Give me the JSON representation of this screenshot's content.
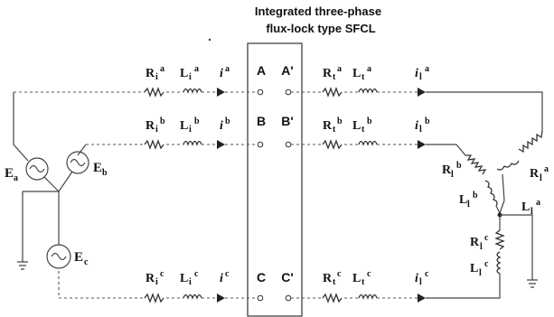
{
  "title_line1": "Integrated three-phase",
  "title_line2": "flux-lock type SFCL",
  "ports": {
    "a_in": "A",
    "a_out": "A'",
    "b_in": "B",
    "b_out": "B'",
    "c_in": "C",
    "c_out": "C'"
  },
  "sources": {
    "ea": "E",
    "ea_sub": "a",
    "eb": "E",
    "eb_sub": "b",
    "ec": "E",
    "ec_sub": "c"
  },
  "line_a": {
    "ri": "R",
    "ri_sub": "i",
    "ri_sup": "a",
    "li": "L",
    "li_sub": "i",
    "li_sup": "a",
    "i": "i",
    "i_sup": "a",
    "rt": "R",
    "rt_sub": "t",
    "rt_sup": "a",
    "lt": "L",
    "lt_sub": "t",
    "lt_sup": "a",
    "il": "i",
    "il_sub": "l",
    "il_sup": "a"
  },
  "line_b": {
    "ri": "R",
    "ri_sub": "i",
    "ri_sup": "b",
    "li": "L",
    "li_sub": "i",
    "li_sup": "b",
    "i": "i",
    "i_sup": "b",
    "rt": "R",
    "rt_sub": "t",
    "rt_sup": "b",
    "lt": "L",
    "lt_sub": "t",
    "lt_sup": "b",
    "il": "i",
    "il_sub": "l",
    "il_sup": "b"
  },
  "line_c": {
    "ri": "R",
    "ri_sub": "i",
    "ri_sup": "c",
    "li": "L",
    "li_sub": "i",
    "li_sup": "c",
    "i": "i",
    "i_sup": "c",
    "rt": "R",
    "rt_sub": "t",
    "rt_sup": "c",
    "lt": "L",
    "lt_sub": "t",
    "lt_sup": "c",
    "il": "i",
    "il_sub": "l",
    "il_sup": "c"
  },
  "load": {
    "rb": "R",
    "rb_sub": "l",
    "rb_sup": "b",
    "lb": "L",
    "lb_sub": "l",
    "lb_sup": "b",
    "ra": "R",
    "ra_sub": "l",
    "ra_sup": "a",
    "la": "L",
    "la_sub": "l",
    "la_sup": "a",
    "rc": "R",
    "rc_sub": "l",
    "rc_sup": "c",
    "lc": "L",
    "lc_sub": "l",
    "lc_sup": "c"
  }
}
